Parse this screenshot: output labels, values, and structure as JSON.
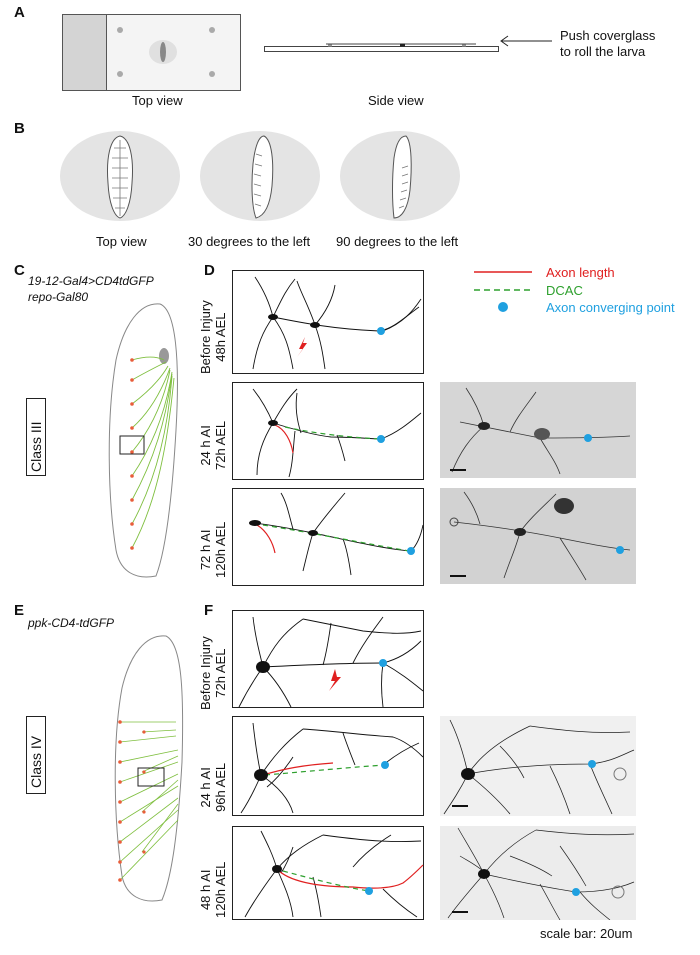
{
  "panels": {
    "A": {
      "letter": "A",
      "top_view": "Top view",
      "side_view": "Side view",
      "push_label_line1": "Push coverglass",
      "push_label_line2": "to roll the larva"
    },
    "B": {
      "letter": "B",
      "views": [
        "Top view",
        "30 degrees to the left",
        "90 degrees to the left"
      ]
    },
    "C": {
      "letter": "C",
      "genotype_line1": "19-12-Gal4>CD4tdGFP",
      "genotype_line2": "repo-Gal80",
      "class_label": "Class III"
    },
    "D": {
      "letter": "D",
      "rows": [
        {
          "line1": "Before Injury",
          "line2": "48h AEL"
        },
        {
          "line1": "24 h AI",
          "line2": "72h AEL"
        },
        {
          "line1": "72 h AI",
          "line2": "120h AEL"
        }
      ]
    },
    "E": {
      "letter": "E",
      "genotype": "ppk-CD4-tdGFP",
      "class_label": "Class IV"
    },
    "F": {
      "letter": "F",
      "rows": [
        {
          "line1": "Before Injury",
          "line2": "72h AEL"
        },
        {
          "line1": "24 h AI",
          "line2": "96h AEL"
        },
        {
          "line1": "48 h AI",
          "line2": "120h AEL"
        }
      ]
    }
  },
  "legend": {
    "axon_length": "Axon length",
    "dcac": "DCAC",
    "converging_point": "Axon converging point",
    "colors": {
      "axon": "#e02020",
      "dcac": "#2ea02e",
      "point": "#1fa0e0"
    }
  },
  "scale_bar": "scale bar: 20um"
}
